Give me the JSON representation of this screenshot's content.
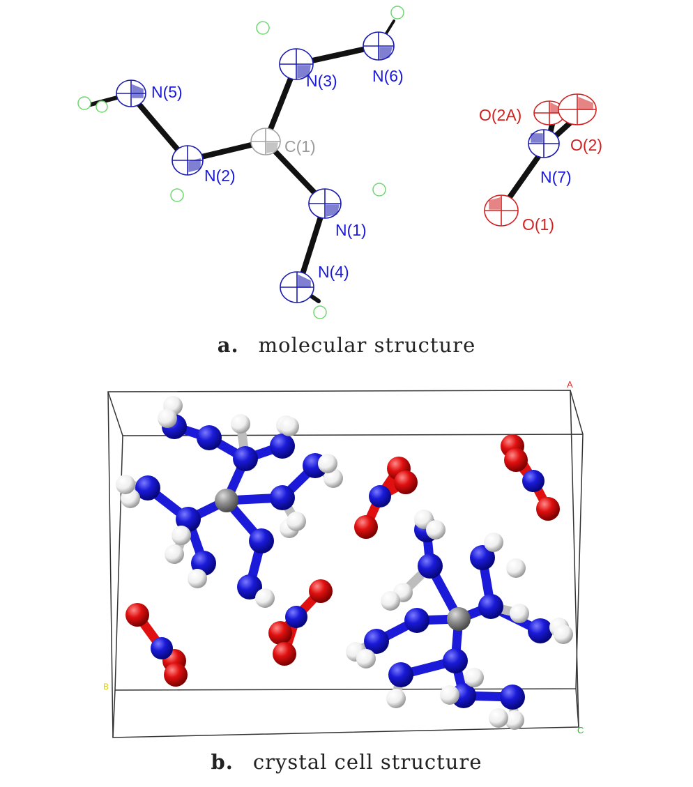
{
  "panel_a": {
    "caption_letter": "a.",
    "caption_text": "molecular structure",
    "atom_labels": {
      "N5": "N(5)",
      "N3": "N(3)",
      "N6": "N(6)",
      "C1": "C(1)",
      "N2": "N(2)",
      "N1": "N(1)",
      "N4": "N(4)",
      "O2A": "O(2A)",
      "O2": "O(2)",
      "N7": "N(7)",
      "O1": "O(1)"
    }
  },
  "panel_b": {
    "caption_letter": "b.",
    "caption_text": "crystal cell structure",
    "axis_labels": {
      "a": "A",
      "b": "B",
      "c": "C"
    }
  },
  "colors": {
    "nitrogen": "#1a1ad8",
    "oxygen": "#e01010",
    "carbon": "#8c8c8c",
    "hydrogen": "#f2f2f2",
    "hydrogen_outline": "#6fd66f",
    "ellipsoid_n": "#1a1ab0",
    "ellipsoid_o": "#d02020",
    "ellipsoid_c": "#a0a0a0"
  }
}
